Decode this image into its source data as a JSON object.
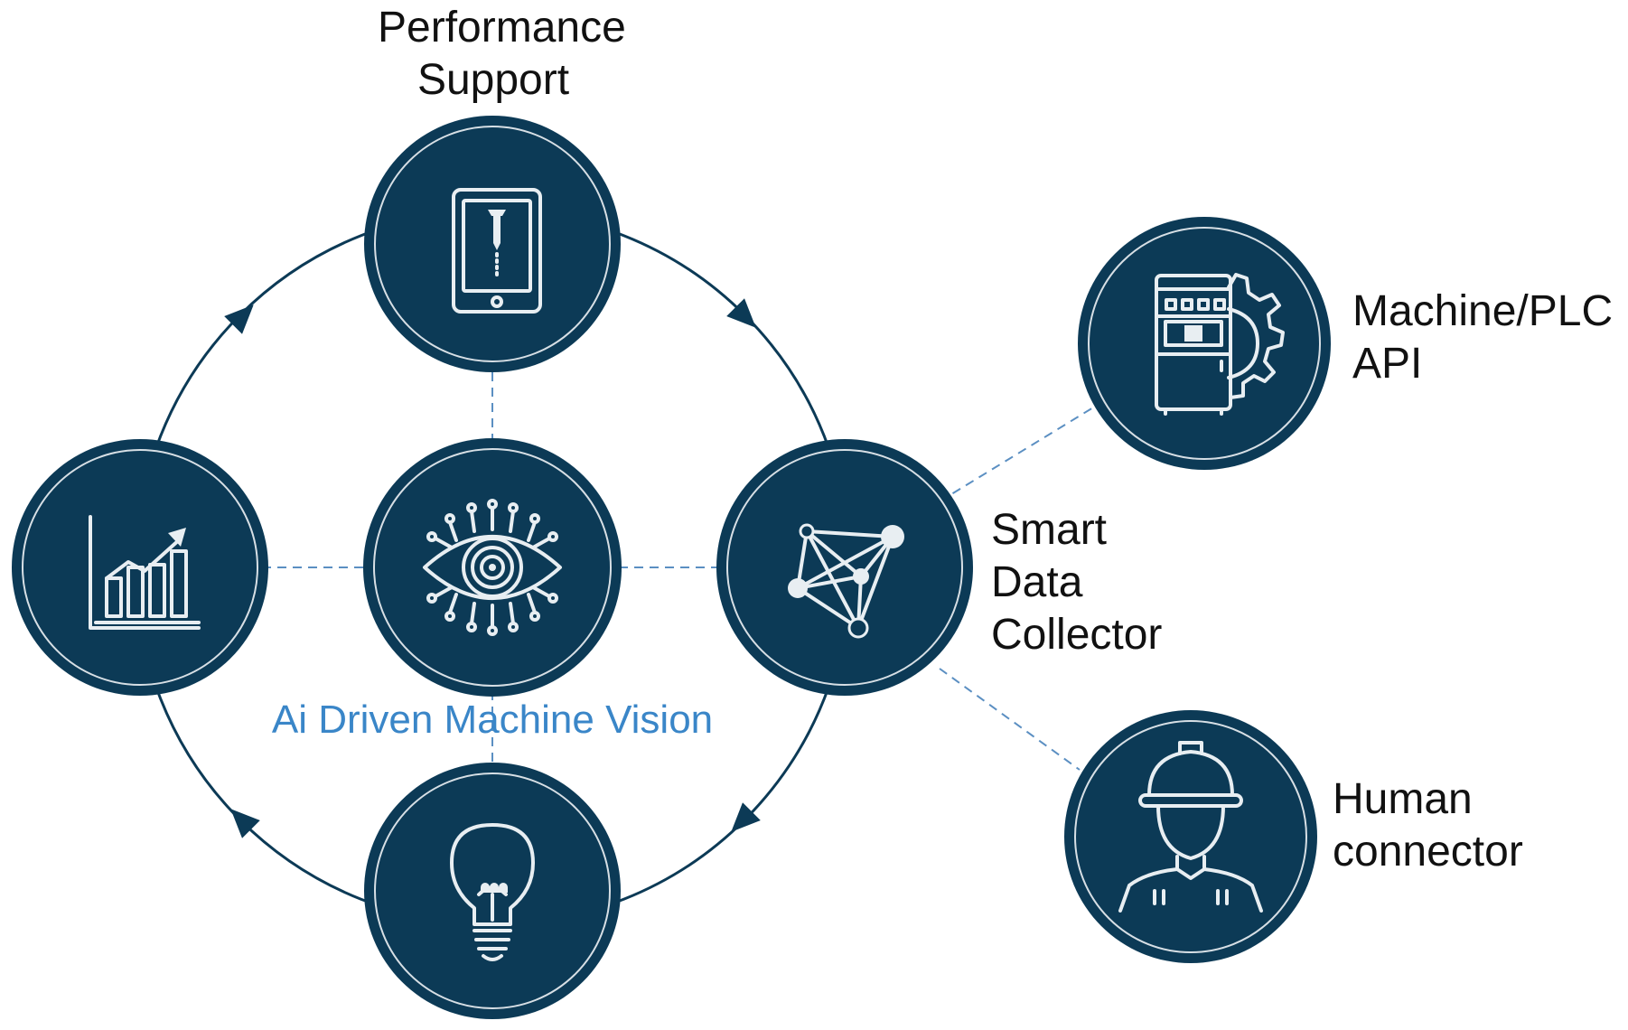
{
  "colors": {
    "node_fill": "#0c3a56",
    "node_ring": "#d7dfe5",
    "cycle_line": "#0c3a56",
    "dashed_connector": "#5b8fc2",
    "icon_stroke": "#e8eef2",
    "caption": "#3a86c8",
    "label_text": "#111111"
  },
  "labels": {
    "performance_support": [
      "Performance",
      "Support"
    ],
    "smart_data_collector": [
      "Smart",
      "Data",
      "Collector"
    ],
    "machine_plc_api": [
      "Machine/PLC",
      "API"
    ],
    "human_connector": [
      "Human",
      "connector"
    ],
    "ai_machine_vision": "Ai Driven Machine Vision"
  },
  "nodes": [
    {
      "id": "performance-support-node",
      "icon": "tablet-screw-icon"
    },
    {
      "id": "analytics-node",
      "icon": "growth-chart-icon"
    },
    {
      "id": "ai-vision-node",
      "icon": "circuit-eye-icon"
    },
    {
      "id": "smart-data-collector-node",
      "icon": "network-graph-icon"
    },
    {
      "id": "insight-node",
      "icon": "lightbulb-icon"
    },
    {
      "id": "machine-plc-node",
      "icon": "machine-gear-icon"
    },
    {
      "id": "human-connector-node",
      "icon": "worker-hardhat-icon"
    }
  ]
}
